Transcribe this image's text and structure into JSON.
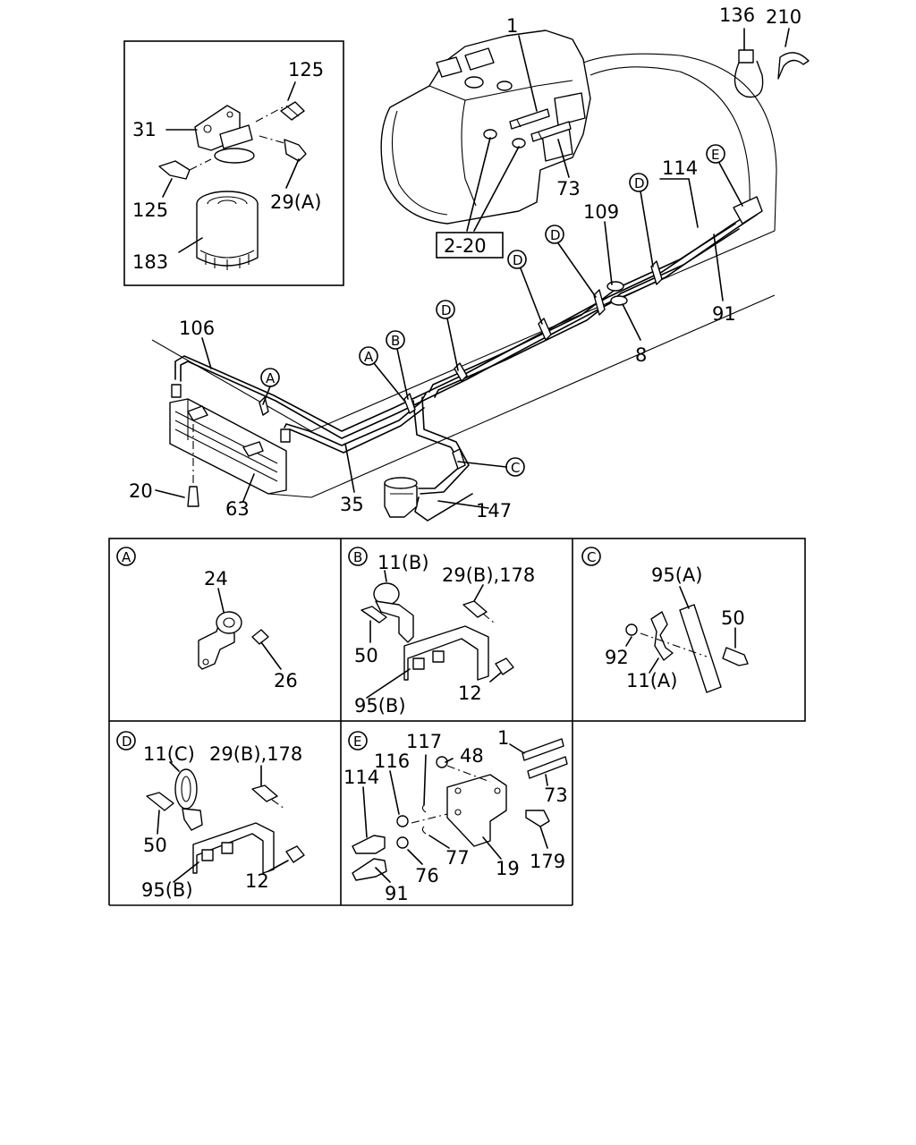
{
  "callouts": {
    "c1": "1",
    "c136": "136",
    "c210": "210",
    "c125a": "125",
    "c31": "31",
    "c125b": "125",
    "c29a": "29(A)",
    "c183": "183",
    "c73": "73",
    "ref220": "2-20",
    "c114": "114",
    "c109": "109",
    "c91": "91",
    "c8": "8",
    "c106": "106",
    "c20": "20",
    "c63": "63",
    "c35": "35",
    "c147": "147"
  },
  "markers": {
    "A": "A",
    "B": "B",
    "C": "C",
    "D": "D",
    "E": "E"
  },
  "detail_A": {
    "letter": "A",
    "p24": "24",
    "p26": "26"
  },
  "detail_B": {
    "letter": "B",
    "p11b": "11(B)",
    "p29b": "29(B),178",
    "p50": "50",
    "p12": "12",
    "p95b": "95(B)"
  },
  "detail_C": {
    "letter": "C",
    "p95a": "95(A)",
    "p50": "50",
    "p92": "92",
    "p11a": "11(A)"
  },
  "detail_D": {
    "letter": "D",
    "p11c": "11(C)",
    "p29b": "29(B),178",
    "p50": "50",
    "p95b": "95(B)",
    "p12": "12"
  },
  "detail_E": {
    "letter": "E",
    "p117": "117",
    "p1": "1",
    "p116": "116",
    "p48": "48",
    "p114": "114",
    "p73": "73",
    "p77": "77",
    "p19": "19",
    "p179": "179",
    "p76": "76",
    "p91": "91"
  }
}
